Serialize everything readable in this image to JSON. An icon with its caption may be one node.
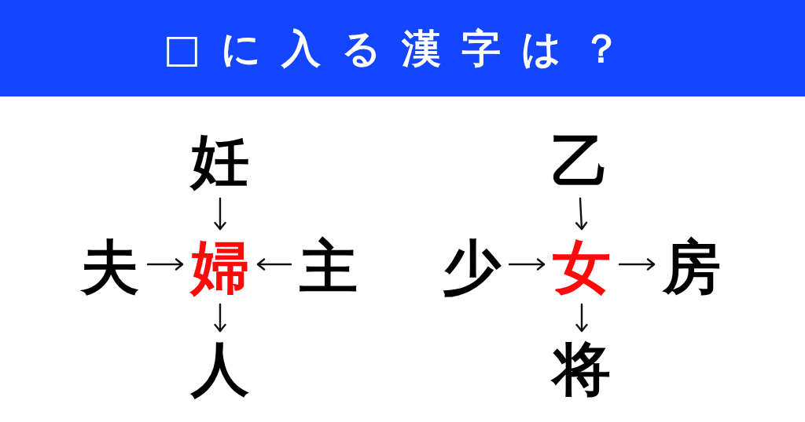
{
  "diagram": {
    "title": "□に入る漢字は？",
    "nodes": [
      {
        "text": [
          "妊"
        ]
      },
      {
        "text": [
          "夫"
        ]
      },
      {
        "text": [
          "婦"
        ]
      },
      {
        "text": [
          "主"
        ]
      },
      {
        "text": [
          "人"
        ]
      },
      {
        "text": [
          "乙"
        ]
      },
      {
        "text": [
          "少"
        ]
      },
      {
        "text": [
          "女"
        ]
      },
      {
        "text": [
          "房"
        ]
      },
      {
        "text": [
          "将"
        ]
      }
    ],
    "edges": [
      {
        "from": 0,
        "to": 2,
        "arrow": "to"
      },
      {
        "from": 1,
        "to": 2,
        "arrow": "to"
      },
      {
        "from": 3,
        "to": 2,
        "arrow": "to"
      },
      {
        "from": 2,
        "to": 4,
        "arrow": "to"
      },
      {
        "from": 5,
        "to": 7,
        "arrow": "to"
      },
      {
        "from": 6,
        "to": 7,
        "arrow": "to"
      },
      {
        "from": 7,
        "to": 8,
        "arrow": "to"
      },
      {
        "from": 7,
        "to": 9,
        "arrow": "to"
      }
    ]
  }
}
